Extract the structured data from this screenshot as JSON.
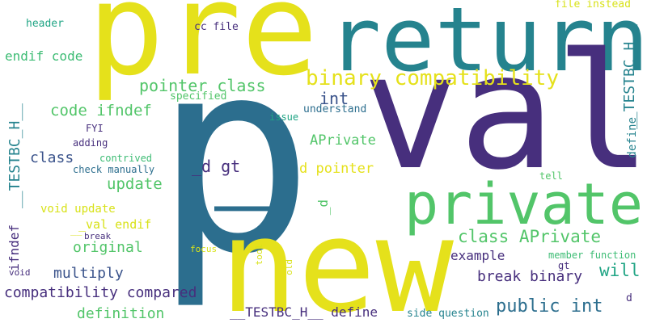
{
  "words": {
    "p": "p",
    "pre": "pre",
    "return": "return",
    "val": "val",
    "new": "new",
    "private": "private",
    "dash": "_",
    "binary_compatibility": "binary compatibility",
    "pointer_class": "pointer class",
    "int_mid": "int",
    "code_ifndef": "code ifndef",
    "endif_code": "endif code",
    "header": "header",
    "cc_file": "cc file",
    "file_instead": "file instead",
    "testbc_h_right": "__TESTBC_H__",
    "define_right": "define",
    "specified": "specified",
    "understand": "understand",
    "issue": "issue",
    "fyi": "FYI",
    "adding": "adding",
    "class_word": "class",
    "contrived": "contrived",
    "check_manually": "check manually",
    "aprivate": "APrivate",
    "d_gt": "_d gt",
    "d_pointer": "d pointer",
    "tell": "tell",
    "update": "update",
    "testbc_h_left": "__TESTBC_H__",
    "void_update": "void update",
    "val_endif": "_val endif",
    "ifndef": "ifndef",
    "dash_small": "__",
    "break_word": "break",
    "underscore_d": "_d",
    "class_aprivate": "class APrivate",
    "original": "original",
    "focus": "focus",
    "tool": "tool",
    "multiply": "multiply",
    "example": "example",
    "member_function": "member function",
    "will": "will",
    "gt": "gt",
    "void": "void",
    "old": "old",
    "break_binary": "break binary",
    "compatibility_compared": "compatibility compared",
    "public_int": "public int",
    "d_small": "d",
    "definition": "definition",
    "testbc_h_define": "__TESTBC_H__ define",
    "side_question": "side question"
  },
  "colors": {
    "yellow": "#e5e11b",
    "teal": "#25838e",
    "purple": "#472f7d",
    "blue": "#2c6e8e",
    "green": "#52c569",
    "lightgreen": "#3dbc74",
    "darkpurple": "#46337e",
    "navy": "#3a538b",
    "sea": "#21a585",
    "lime": "#a5db36",
    "gold": "#d8e219"
  }
}
